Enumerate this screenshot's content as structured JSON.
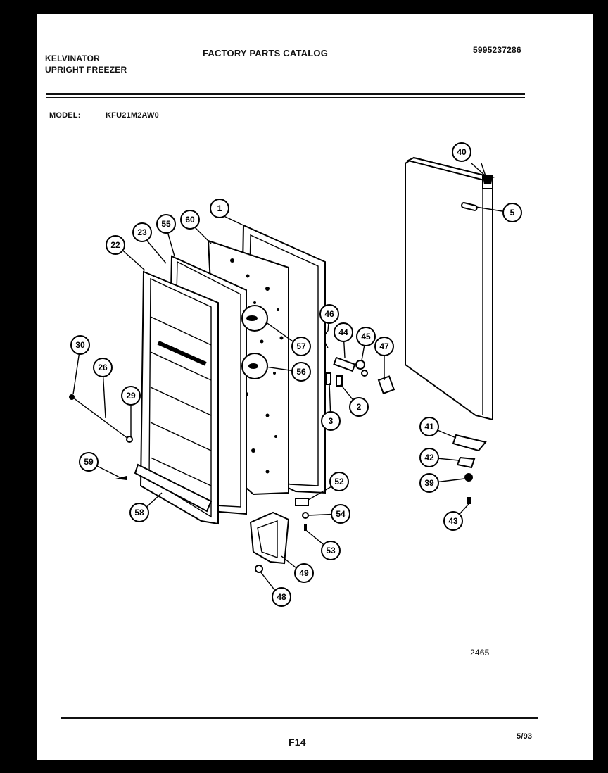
{
  "header": {
    "brand": "KELVINATOR",
    "product": "UPRIGHT FREEZER",
    "catalog_title": "FACTORY PARTS CATALOG",
    "doc_number": "5995237286",
    "model_label": "MODEL:",
    "model_value": "KFU21M2AW0"
  },
  "diagram": {
    "callouts": [
      "1",
      "5",
      "22",
      "23",
      "26",
      "29",
      "30",
      "40",
      "39",
      "41",
      "42",
      "43",
      "44",
      "45",
      "46",
      "47",
      "48",
      "49",
      "52",
      "53",
      "54",
      "55",
      "56",
      "57",
      "58",
      "59",
      "60",
      "2",
      "3"
    ],
    "drawing_number": "2465"
  },
  "footer": {
    "page_code": "F14",
    "date": "5/93"
  }
}
